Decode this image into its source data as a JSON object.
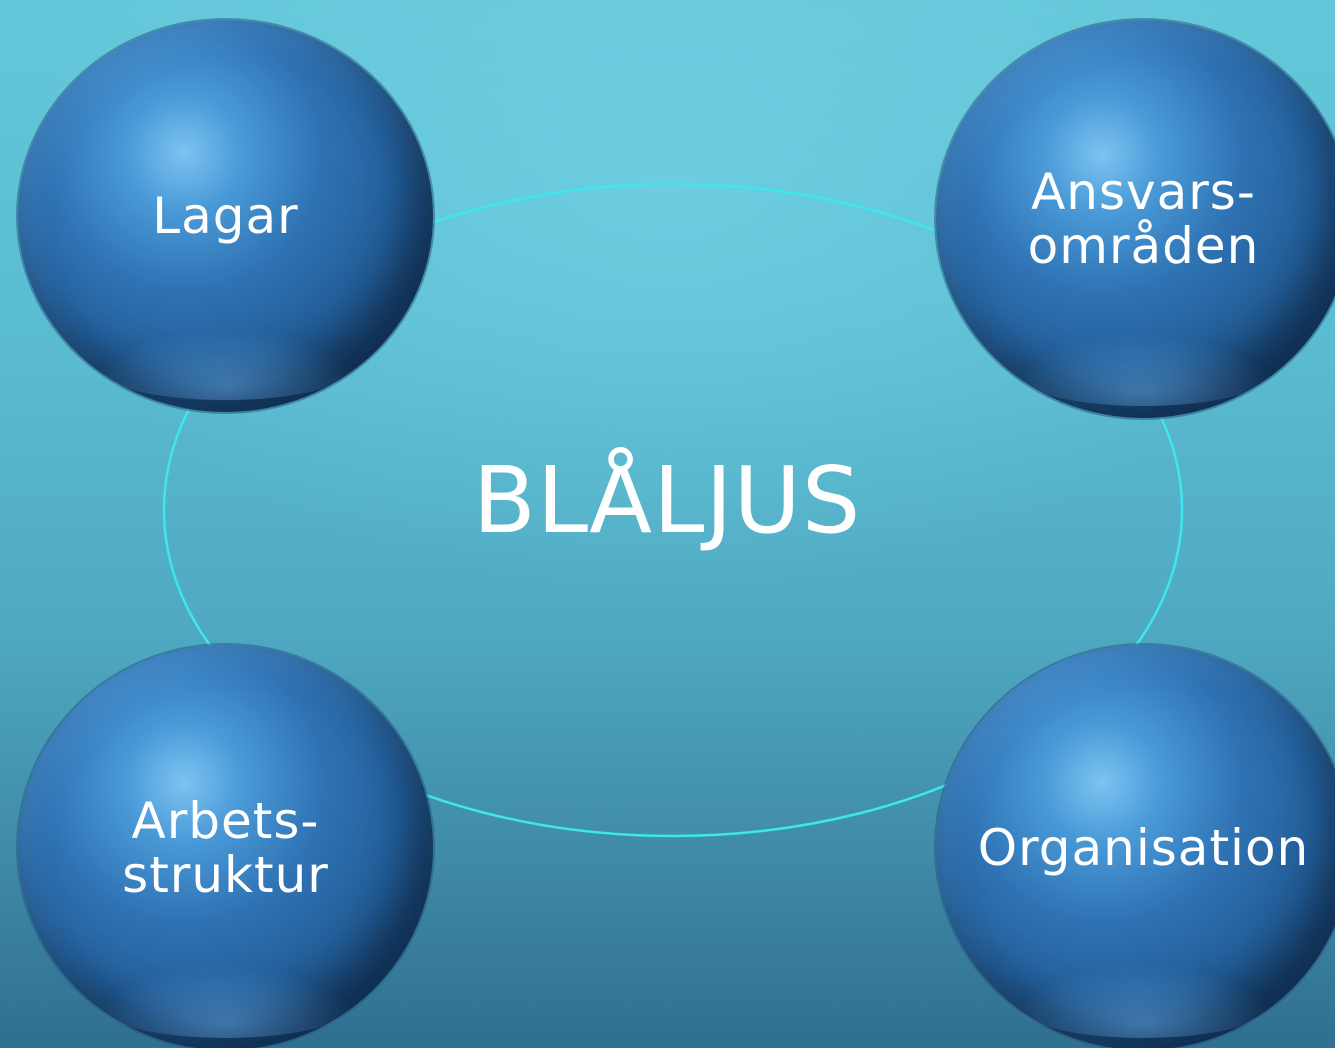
{
  "diagram": {
    "center_label": "BLÅLJUS",
    "ring_color": "#3ee6ee",
    "nodes": [
      {
        "id": "lagar",
        "lines": [
          "Lagar"
        ]
      },
      {
        "id": "ansvarsomraden",
        "lines": [
          "Ansvars-",
          "områden"
        ]
      },
      {
        "id": "arbetsstruktur",
        "lines": [
          "Arbets-",
          "struktur"
        ]
      },
      {
        "id": "organisation",
        "lines": [
          "Organisation"
        ]
      }
    ]
  }
}
